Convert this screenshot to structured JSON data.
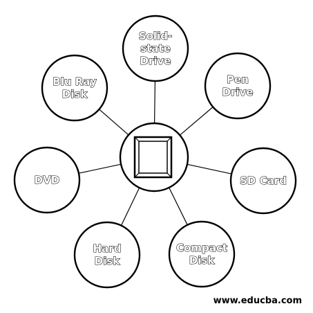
{
  "diagram": {
    "center": {
      "icon": "square-drive-icon"
    },
    "nodes": [
      {
        "id": "solid-state-drive",
        "lines": [
          "Solid-",
          "state",
          "Drive"
        ]
      },
      {
        "id": "pen-drive",
        "lines": [
          "Pen",
          "Drive"
        ]
      },
      {
        "id": "sd-card",
        "lines": [
          "SD Card"
        ]
      },
      {
        "id": "compact-disk",
        "lines": [
          "Compact",
          "Disk"
        ]
      },
      {
        "id": "hard-disk",
        "lines": [
          "Hard",
          "Disk"
        ]
      },
      {
        "id": "dvd",
        "lines": [
          "DVD"
        ]
      },
      {
        "id": "blu-ray-disk",
        "lines": [
          "Blu Ray",
          "Disk"
        ]
      }
    ]
  },
  "footer": {
    "watermark": "www.educba.com"
  }
}
